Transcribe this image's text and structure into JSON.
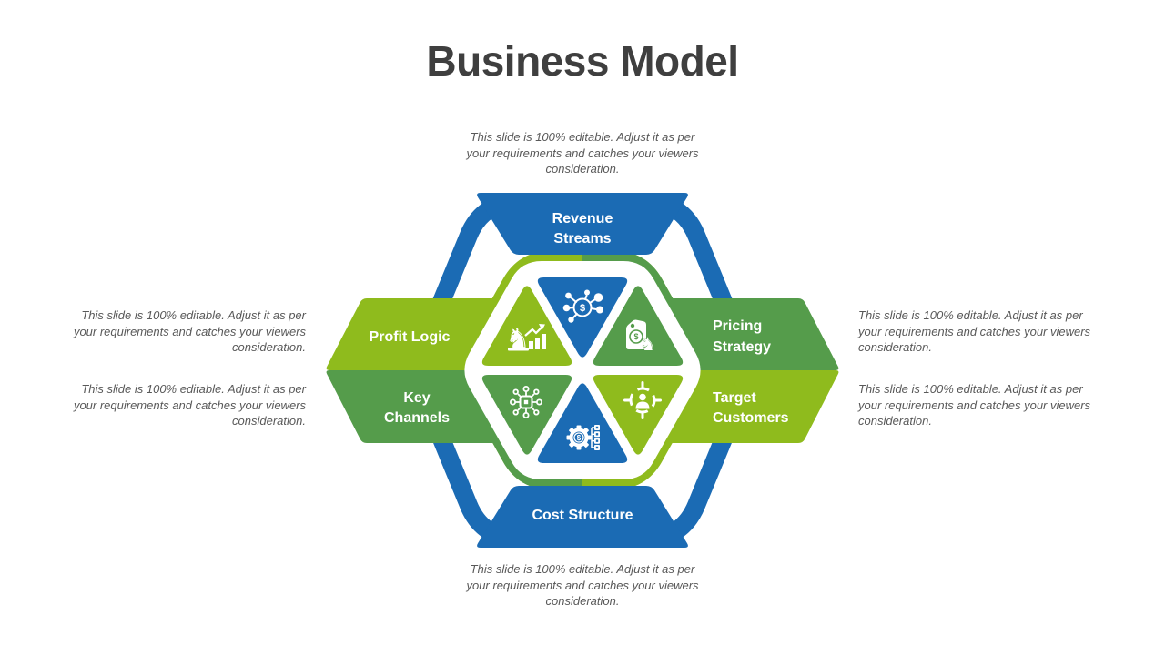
{
  "title": "Business Model",
  "note_text": "This slide is 100% editable. Adjust it as per your requirements and catches your viewers consideration.",
  "colors": {
    "blue": "#1B6BB4",
    "light_green": "#8FBB1D",
    "dark_green": "#559C4B",
    "title_gray": "#3F3F3F",
    "note_gray": "#595959",
    "white": "#FFFFFF"
  },
  "diagram": {
    "revenue_streams": {
      "line1": "Revenue",
      "line2": "Streams",
      "icon": "dollar-network-icon",
      "color": "#1B6BB4"
    },
    "pricing_strategy": {
      "line1": "Pricing",
      "line2": "Strategy",
      "icon": "price-tag-knight-icon",
      "color": "#559C4B"
    },
    "target_customers": {
      "line1": "Target",
      "line2": "Customers",
      "icon": "target-user-icon",
      "color": "#8FBB1D"
    },
    "cost_structure": {
      "label": "Cost Structure",
      "icon": "gear-dollar-checklist-icon",
      "color": "#1B6BB4"
    },
    "key_channels": {
      "line1": "Key",
      "line2": "Channels",
      "icon": "network-hub-icon",
      "color": "#559C4B"
    },
    "profit_logic": {
      "label": "Profit Logic",
      "icon": "chess-knight-growth-icon",
      "color": "#8FBB1D"
    }
  }
}
